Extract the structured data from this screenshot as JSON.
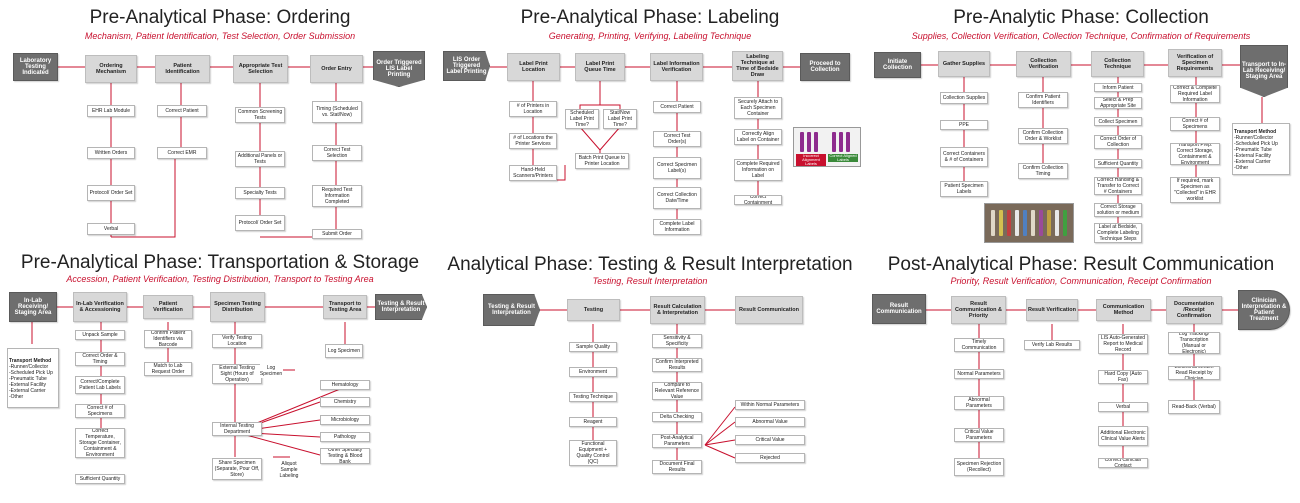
{
  "panels": [
    {
      "id": "ordering",
      "title": "Pre-Analytical Phase: Ordering",
      "subtitle": "Mechanism, Patient Identification, Test Selection, Order Submission",
      "start": "Laboratory Testing Indicated",
      "end": "Order Triggered LIS Label Printing",
      "headers": [
        "Ordering Mechanism",
        "Patient Identification",
        "Appropriate Test Selection",
        "Order Entry"
      ],
      "col1": [
        "EHR Lab Module",
        "Written Orders",
        "Protocol/ Order Set",
        "Verbal"
      ],
      "col2": [
        "Correct Patient",
        "Correct EMR"
      ],
      "col3": [
        "Common Screening Tests",
        "Additional Panels or Tests",
        "Specialty Tests",
        "Protocol/ Order Set"
      ],
      "col4": [
        "Timing (Scheduled vs. Stat/Now)",
        "Correct Test Selection",
        "Required Test Information Completed",
        "Submit Order"
      ]
    },
    {
      "id": "labeling",
      "title": "Pre-Analytical Phase: Labeling",
      "subtitle": "Generating, Printing, Verifying, Labeling Technique",
      "start": "LIS Order Triggered Label Printing",
      "end": "Proceed to Collection",
      "headers": [
        "Label Print Location",
        "Label Print Queue Time",
        "Label Information Verification",
        "Labeling Technique at Time of Bedside Draw"
      ],
      "col1": [
        "# of Printers in Location",
        "# of Locations the Printer Services",
        "Hand-Held Scanners/Printers"
      ],
      "col2": [
        "Scheduled Label Print Time?",
        "Stat/Now Label Print Time?",
        "Batch Print Queue to Printer Location"
      ],
      "col3": [
        "Correct Patient",
        "Correct Test Order(s)",
        "Correct Specimen Label(s)",
        "Correct Collection Date/Time",
        "Complete Label Information"
      ],
      "col4": [
        "Securely Attach to Each Specimen Container",
        "Correctly Align Label on Container",
        "Complete Required Information on Label",
        "Correct Containment"
      ],
      "photo_labels": [
        "Incorrect Alignment Labels",
        "Correct Aligned Labels"
      ]
    },
    {
      "id": "collection",
      "title": "Pre-Analytic Phase: Collection",
      "subtitle": "Supplies, Collection Verification, Collection Technique, Confirmation of Requirements",
      "start": "Initiate Collection",
      "end": "Transport to In-Lab Receiving/ Staging Area",
      "headers": [
        "Gather Supplies",
        "Collection Verification",
        "Collection Technique",
        "Verification of Specimen Requirements"
      ],
      "col1": [
        "Collection Supplies",
        "PPE",
        "Correct Containers & # of Containers",
        "Patient Specimen Labels"
      ],
      "col2": [
        "Confirm Patient Identifiers",
        "Confirm Collection Order & Worklist",
        "Confirm Collection Timing"
      ],
      "col3": [
        "Inform Patient",
        "Select & Prep Appropriate Site",
        "Collect Specimen",
        "Correct Order of Collection",
        "Sufficient Quantity",
        "Correct Handling & Transfer to Correct # Containers",
        "Correct Storage solution or medium",
        "Label at Bedside, Complete Labeling Technique Steps"
      ],
      "col4": [
        "Correct & Complete Required Label Information",
        "Correct # of Specimens",
        "Transport Prep: Correct Storage, Containment & Environment",
        "If required, mark Specimen as \"Collected\" in EHR worklist"
      ],
      "transport_title": "Transport Method",
      "transport_items": [
        "-Runner/Collector",
        "-Scheduled Pick Up",
        "-Pneumatic Tube",
        "-External Facility",
        "-External Carrier",
        "-Other"
      ]
    },
    {
      "id": "transport",
      "title": "Pre-Analytical Phase: Transportation & Storage",
      "subtitle": "Accession, Patient Verification, Testing Distribution, Transport to Testing Area",
      "start": "In-Lab Receiving/ Staging Area",
      "end": "Testing & Result Interpretation",
      "headers": [
        "In-Lab Verification & Accessioning",
        "Patient Verification",
        "Specimen Testing Distribution",
        "Transport to Testing Area"
      ],
      "col1": [
        "Unpack Sample",
        "Correct Order & Timing",
        "Correct/Complete Patient Lab Labels",
        "Correct # of Specimens",
        "Correct Temperature, Storage Container, Containment & Environment",
        "Sufficient Quantity"
      ],
      "col2": [
        "Confirm Patient Identifiers via Barcode",
        "Match to Lab Request Order"
      ],
      "col3": [
        "Verify Testing Location",
        "External Testing Sight (Hours of Operation)",
        "Internal Testing Department",
        "Share Specimen (Separate, Pour Off, Store)"
      ],
      "log_specimen": "Log Specimen",
      "aliquot": "Aliquot Sample Labeling",
      "col4": [
        "Log Specimen",
        "Hematology",
        "Chemistry",
        "Microbiology",
        "Pathology",
        "Other Specialty Testing & Blood Bank"
      ],
      "transport_title": "Transport Method",
      "transport_items": [
        "-Runner/Collector",
        "-Scheduled Pick Up",
        "-Pneumatic Tube",
        "-External Facility",
        "-External Carrier",
        "-Other"
      ]
    },
    {
      "id": "analytical",
      "title": "Analytical Phase: Testing & Result Interpretation",
      "subtitle": "Testing, Result Interpretation",
      "start": "Testing & Result Interpretation",
      "headers": [
        "Testing",
        "Result Calculation & Interpretation",
        "Result Communication"
      ],
      "col1": [
        "Sample Quality",
        "Environment",
        "Testing Technique",
        "Reagent",
        "Functional Equipment + Quality Control (QC)"
      ],
      "col2": [
        "Sensitivity & Specificity",
        "Confirm Interpreted Results",
        "Compare to Relevant Reference Value",
        "Delta Checking",
        "Post-Analytical Parameters",
        "Document Final Results"
      ],
      "col3": [
        "Within Normal Parameters",
        "Abnormal Value",
        "Critical Value",
        "Rejected"
      ]
    },
    {
      "id": "post",
      "title": "Post-Analytical Phase: Result Communication",
      "subtitle": "Priority, Result Verification, Communication, Receipt Confirmation",
      "start": "Result Communication",
      "end": "Clinician Interpretation & Patient Treatment",
      "headers": [
        "Result Communication & Priority",
        "Result Verification",
        "Communication Method",
        "Documentation /Receipt Confirmation"
      ],
      "col1": [
        "Timely Communication",
        "Normal Parameters",
        "Abnormal Parameters",
        "Critical Value Parameters",
        "Specimen Rejection (Recollect)"
      ],
      "col2": [
        "Verify Lab Results"
      ],
      "col3": [
        "LIS Auto-Generated Report to Medical Record",
        "Hard Copy (Auto Fax)",
        "Verbal",
        "Additional Electronic Clinical Value Alerts",
        "Correct Clinician Contact"
      ],
      "col4": [
        "Log Tracking/ Transcription (Manual or Electronic)",
        "Electronic/Written Read Receipt by Clinician",
        "Read-Back (Verbal)"
      ]
    }
  ]
}
